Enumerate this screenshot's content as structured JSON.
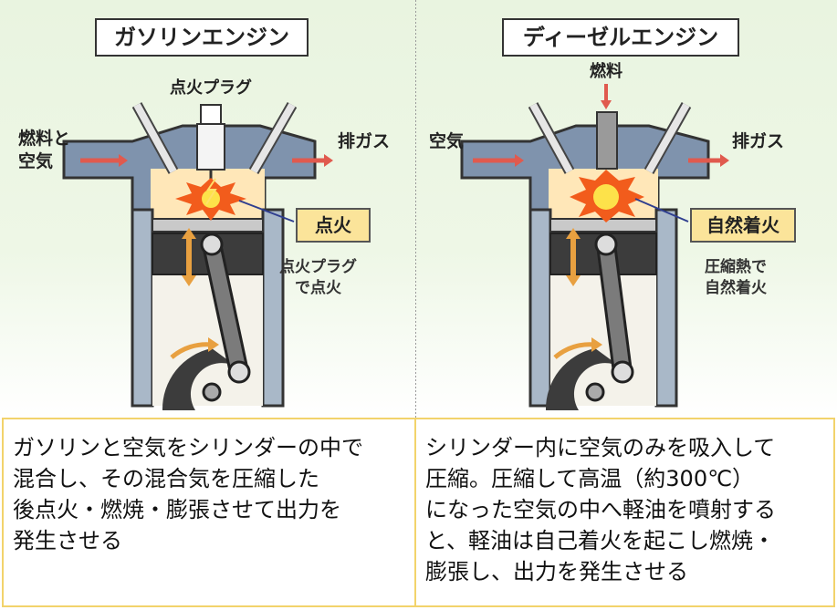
{
  "gasoline": {
    "title": "ガソリンエンジン",
    "spark_plug_label": "点火プラグ",
    "intake_label": "燃料と\n空気",
    "exhaust_label": "排ガス",
    "callout": "点火",
    "note": "点火プラグ\nで点火",
    "description": "ガソリンと空気をシリンダーの中で\n混合し、その混合気を圧縮した\n後点火・燃焼・膨張させて出力を\n発生させる"
  },
  "diesel": {
    "title": "ディーゼルエンジン",
    "fuel_label": "燃料",
    "intake_label": "空気",
    "exhaust_label": "排ガス",
    "callout": "自然着火",
    "note": "圧縮熱で\n自然着火",
    "description": "シリンダー内に空気のみを吸入して\n圧縮。圧縮して高温（約300℃）\nになった空気の中へ軽油を噴射する\nと、軽油は自己着火を起こし燃焼・\n膨張し、出力を発生させる"
  },
  "colors": {
    "panel_background": "#e9f4e0",
    "head": "#7f93ad",
    "cylinder": "#a9b8c8",
    "piston": "#3c3c3c",
    "flow_arrow": "#e05a4e",
    "motion_arrow": "#e8a040",
    "flame": "#f25c1c",
    "callout_fill": "#fbe49a",
    "description_border": "#f2d36b"
  }
}
